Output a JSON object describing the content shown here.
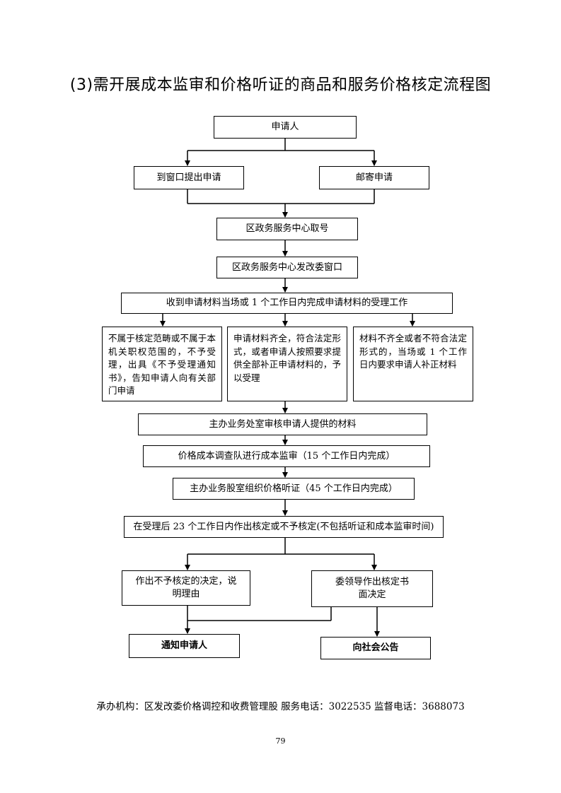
{
  "title": "(3)需开展成本监审和价格听证的商品和服务价格核定流程图",
  "nodes": {
    "applicant": "申请人",
    "window_apply": "到窗口提出申请",
    "mail_apply": "邮寄申请",
    "center_number": "区政务服务中心取号",
    "center_window": "区政务服务中心发改委窗口",
    "receive_materials": "收到申请材料当场或 1 个工作日内完成申请材料的受理工作",
    "reject_scope": "不属于核定范畴或不属于本机关职权范围的，不予受理，出具《不予受理通知书》，告知申请人向有关部门申请",
    "accept_complete": "申请材料齐全，符合法定形式，或者申请人按照要求提供全部补正申请材料的，予以受理",
    "incomplete": "材料不齐全或者不符合法定形式的，当场或 1 个工作日内要求申请人补正材料",
    "review_materials": "主办业务处室审核申请人提供的材料",
    "cost_audit": "价格成本调查队进行成本监审（15 个工作日内完成）",
    "hearing": "主办业务股室组织价格听证（45 个工作日内完成）",
    "decision_deadline": "在受理后 23 个工作日内作出核定或不予核定(不包括听证和成本监审时间)",
    "no_approval": "作出不予核定的决定，说明理由",
    "approval": "委领导作出核定书面决定",
    "notify": "通知申请人",
    "announce": "向社会公告"
  },
  "footer": "承办机构：区发改委价格调控和收费管理股    服务电话：3022535    监督电话：3688073",
  "page_number": "79"
}
